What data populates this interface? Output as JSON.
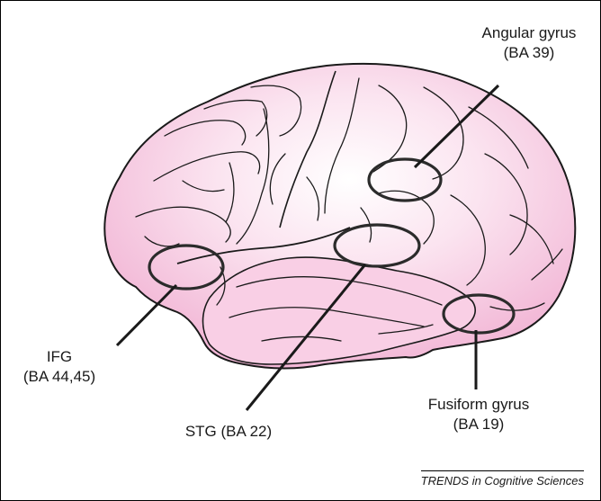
{
  "labels": {
    "angular": {
      "name": "Angular gyrus",
      "area": "(BA 39)"
    },
    "ifg": {
      "name": "IFG",
      "area": "(BA 44,45)"
    },
    "stg": {
      "name": "STG (BA 22)"
    },
    "fusiform": {
      "name": "Fusiform gyrus",
      "area": "(BA 19)"
    }
  },
  "credit": "TRENDS in Cognitive Sciences",
  "colors": {
    "brain_fill": "#f6c6e0",
    "brain_highlight": "#ffffff",
    "outline": "#1a1a1a",
    "region_stroke": "#2b2b2b"
  }
}
